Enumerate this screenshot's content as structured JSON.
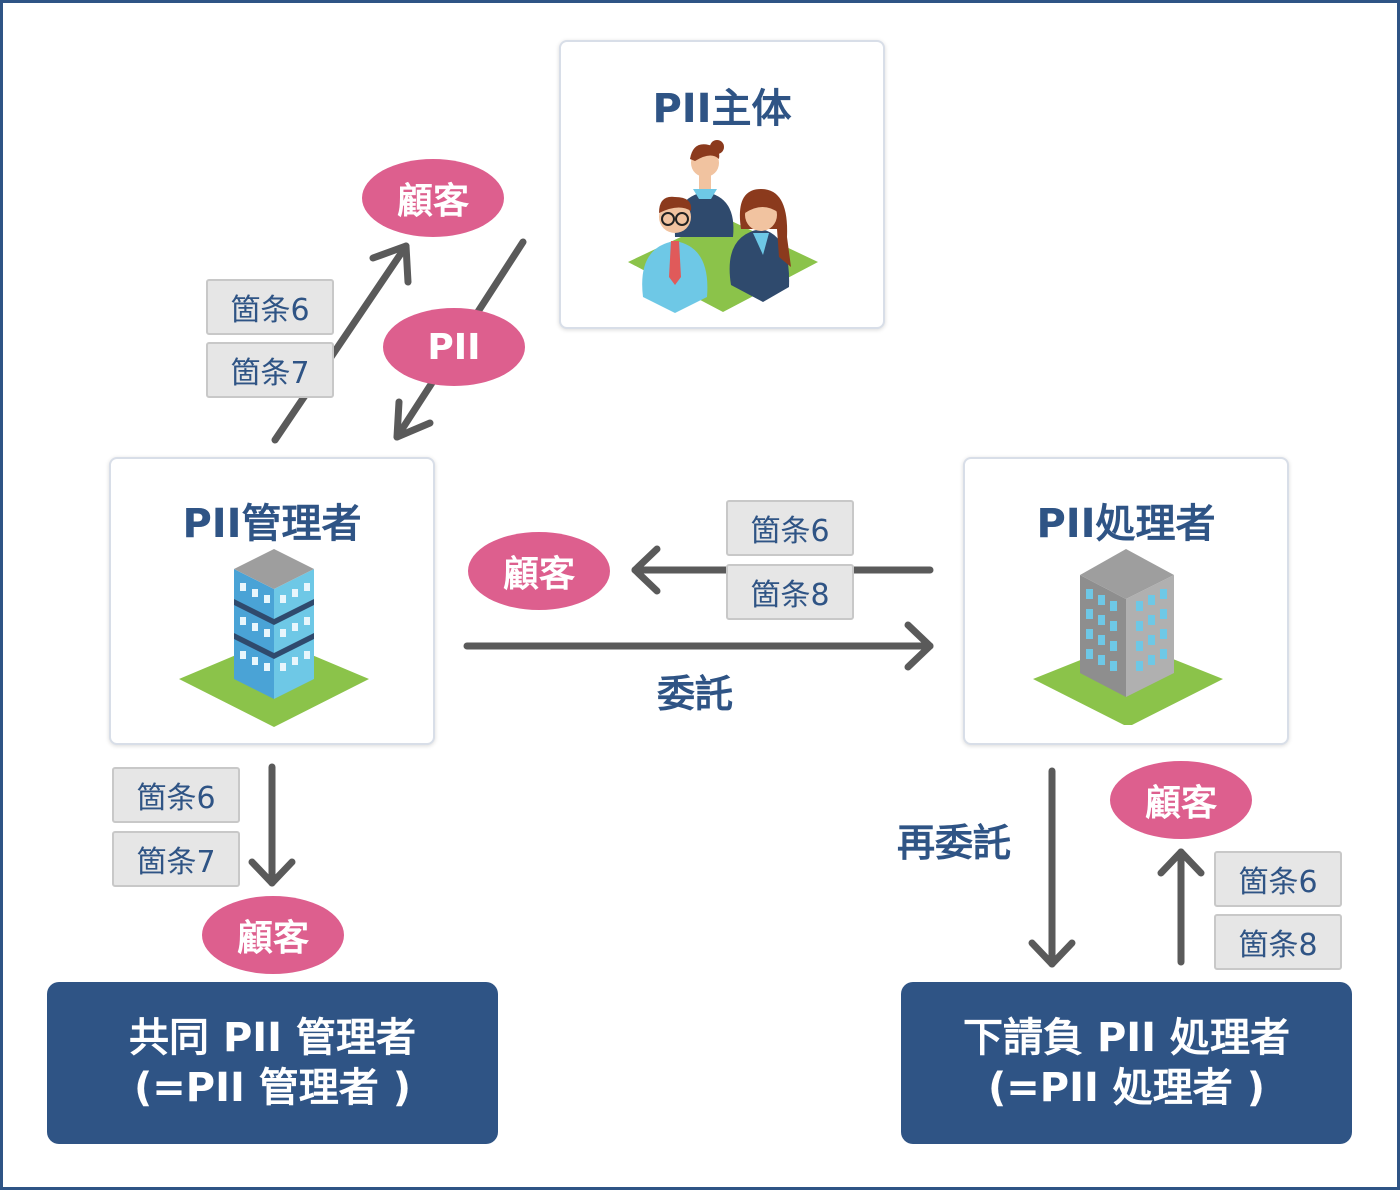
{
  "nodes": {
    "subject": {
      "title": "PII主体"
    },
    "controller": {
      "title": "PII管理者"
    },
    "processor": {
      "title": "PII処理者"
    },
    "joint_controller": {
      "line1": "共同 PII 管理者",
      "line2": "(=PII 管理者 )"
    },
    "subprocessor": {
      "line1": "下請負 PII 処理者",
      "line2": "(=PII 処理者 )"
    }
  },
  "tags": {
    "c6a": "箇条6",
    "c7a": "箇条7",
    "p6a": "箇条6",
    "p8a": "箇条8",
    "c6b": "箇条6",
    "c7b": "箇条7",
    "p6b": "箇条6",
    "p8b": "箇条8"
  },
  "ellipses": {
    "customer_top": "顧客",
    "pii": "PII",
    "customer_mid": "顧客",
    "customer_left": "顧客",
    "customer_right": "顧客"
  },
  "labels": {
    "entrust": "委託",
    "re_entrust": "再委託"
  },
  "colors": {
    "primary": "#2f5485",
    "accent": "#dd5f8e",
    "arrow": "#5a5a5a",
    "grass": "#8bc34a"
  }
}
